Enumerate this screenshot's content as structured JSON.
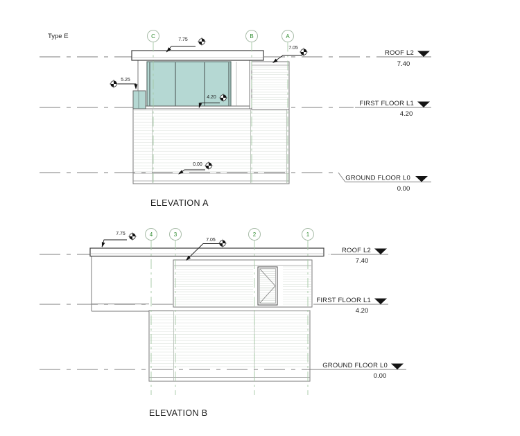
{
  "type_label": "Type E",
  "levels": {
    "roof": {
      "name": "ROOF L2",
      "value": "7.40"
    },
    "first": {
      "name": "FIRST FLOOR L1",
      "value": "4.20"
    },
    "ground": {
      "name": "GROUND FLOOR L0",
      "value": "0.00"
    }
  },
  "elevation_a": {
    "title": "ELEVATION A",
    "grids": [
      "C",
      "B",
      "A"
    ],
    "spots": {
      "roof_edge": "7.75",
      "parapet": "7.05",
      "canopy": "5.25",
      "first_floor": "4.20",
      "ground": "0.00"
    }
  },
  "elevation_b": {
    "title": "ELEVATION B",
    "grids": [
      "4",
      "3",
      "2",
      "1"
    ],
    "spots": {
      "roof_edge": "7.75",
      "parapet": "7.05"
    }
  },
  "icons": {
    "spot_target": "benchmark-circle-with-filled-quadrants",
    "level_datum": "filled-down-triangle",
    "leader_arrow": "filled-arrowhead"
  },
  "colors": {
    "glass": "#b5d8d3",
    "grid": "#2e8b2e"
  }
}
